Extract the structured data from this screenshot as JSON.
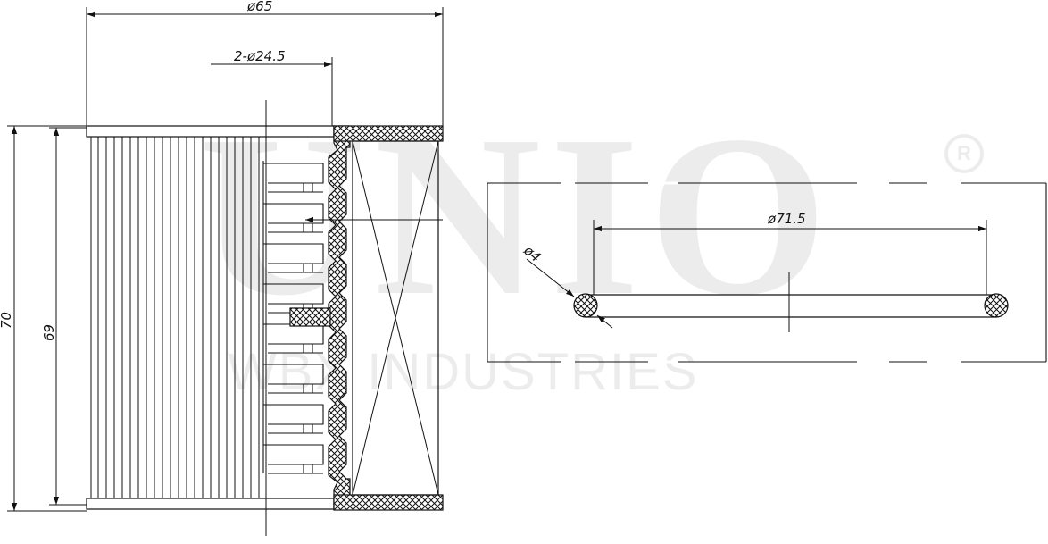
{
  "watermark": {
    "brand": "UNIO",
    "company": "WBX INDUSTRIES",
    "registered": "R"
  },
  "dimensions": {
    "outer_diameter": "ø65",
    "inner_bore": "2-ø24.5",
    "total_height": "70",
    "element_height": "69",
    "oring_inner_diameter": "ø71.5",
    "oring_cord": "ø4"
  }
}
